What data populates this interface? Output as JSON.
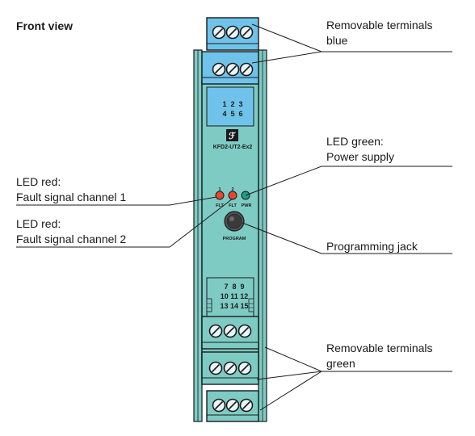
{
  "title": "Front view",
  "device": {
    "model": "KFD2-UT2-Ex2",
    "top_numbers": {
      "row1": "1  2  3",
      "row2": "4  5  6"
    },
    "bottom_numbers": {
      "row1": "7  8  9",
      "row2": "10 11 12",
      "row3": "13 14 15"
    },
    "led_labels": {
      "led1_num": "1",
      "led2_num": "2",
      "led1": "FLT",
      "led2": "FLT",
      "led3": "PWR"
    },
    "program_label": "PROGRAM"
  },
  "colors": {
    "body": "#7ecbc4",
    "terminals_blue": "#6fc3ea",
    "terminals_green": "#7ecbc4",
    "led_red": "#e8462a",
    "led_green": "#1f9e8a"
  },
  "annotations": {
    "terminals_blue": {
      "line1": "Removable terminals",
      "line2": "blue"
    },
    "led_green": {
      "line1": "LED green:",
      "line2": "Power supply"
    },
    "led_red1": {
      "line1": "LED red:",
      "line2": "Fault signal channel 1"
    },
    "led_red2": {
      "line1": "LED red:",
      "line2": "Fault signal channel 2"
    },
    "programming_jack": {
      "line1": "Programming jack"
    },
    "terminals_green": {
      "line1": "Removable terminals",
      "line2": "green"
    }
  }
}
